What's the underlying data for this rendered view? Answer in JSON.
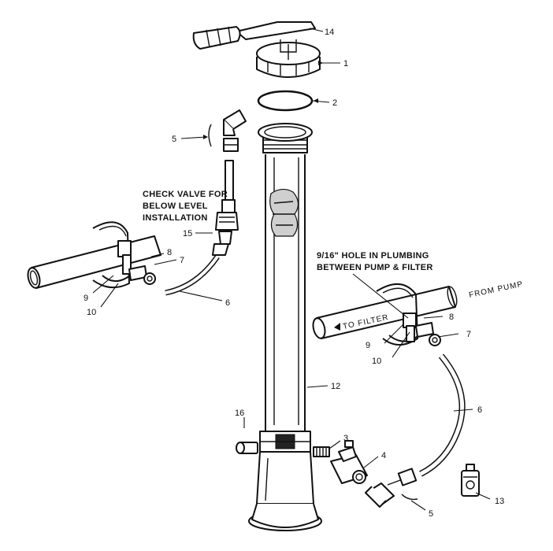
{
  "callouts": {
    "c1": "1",
    "c2": "2",
    "c3": "3",
    "c4": "4",
    "c5_upper": "5",
    "c5_lower": "5",
    "c6_left": "6",
    "c6_right": "6",
    "c7_left": "7",
    "c7_right": "7",
    "c8_left": "8",
    "c8_right": "8",
    "c9_left": "9",
    "c9_right": "9",
    "c10_left": "10",
    "c10_right": "10",
    "c12": "12",
    "c13": "13",
    "c14": "14",
    "c15": "15",
    "c16": "16"
  },
  "notes": {
    "check_valve": [
      "CHECK VALVE FOR",
      "BELOW LEVEL",
      "INSTALLATION"
    ],
    "hole": [
      "9/16\" HOLE IN PLUMBING",
      "BETWEEN PUMP & FILTER"
    ]
  },
  "flow_labels": {
    "from_pump": "FROM PUMP",
    "to_filter": "TO FILTER"
  }
}
